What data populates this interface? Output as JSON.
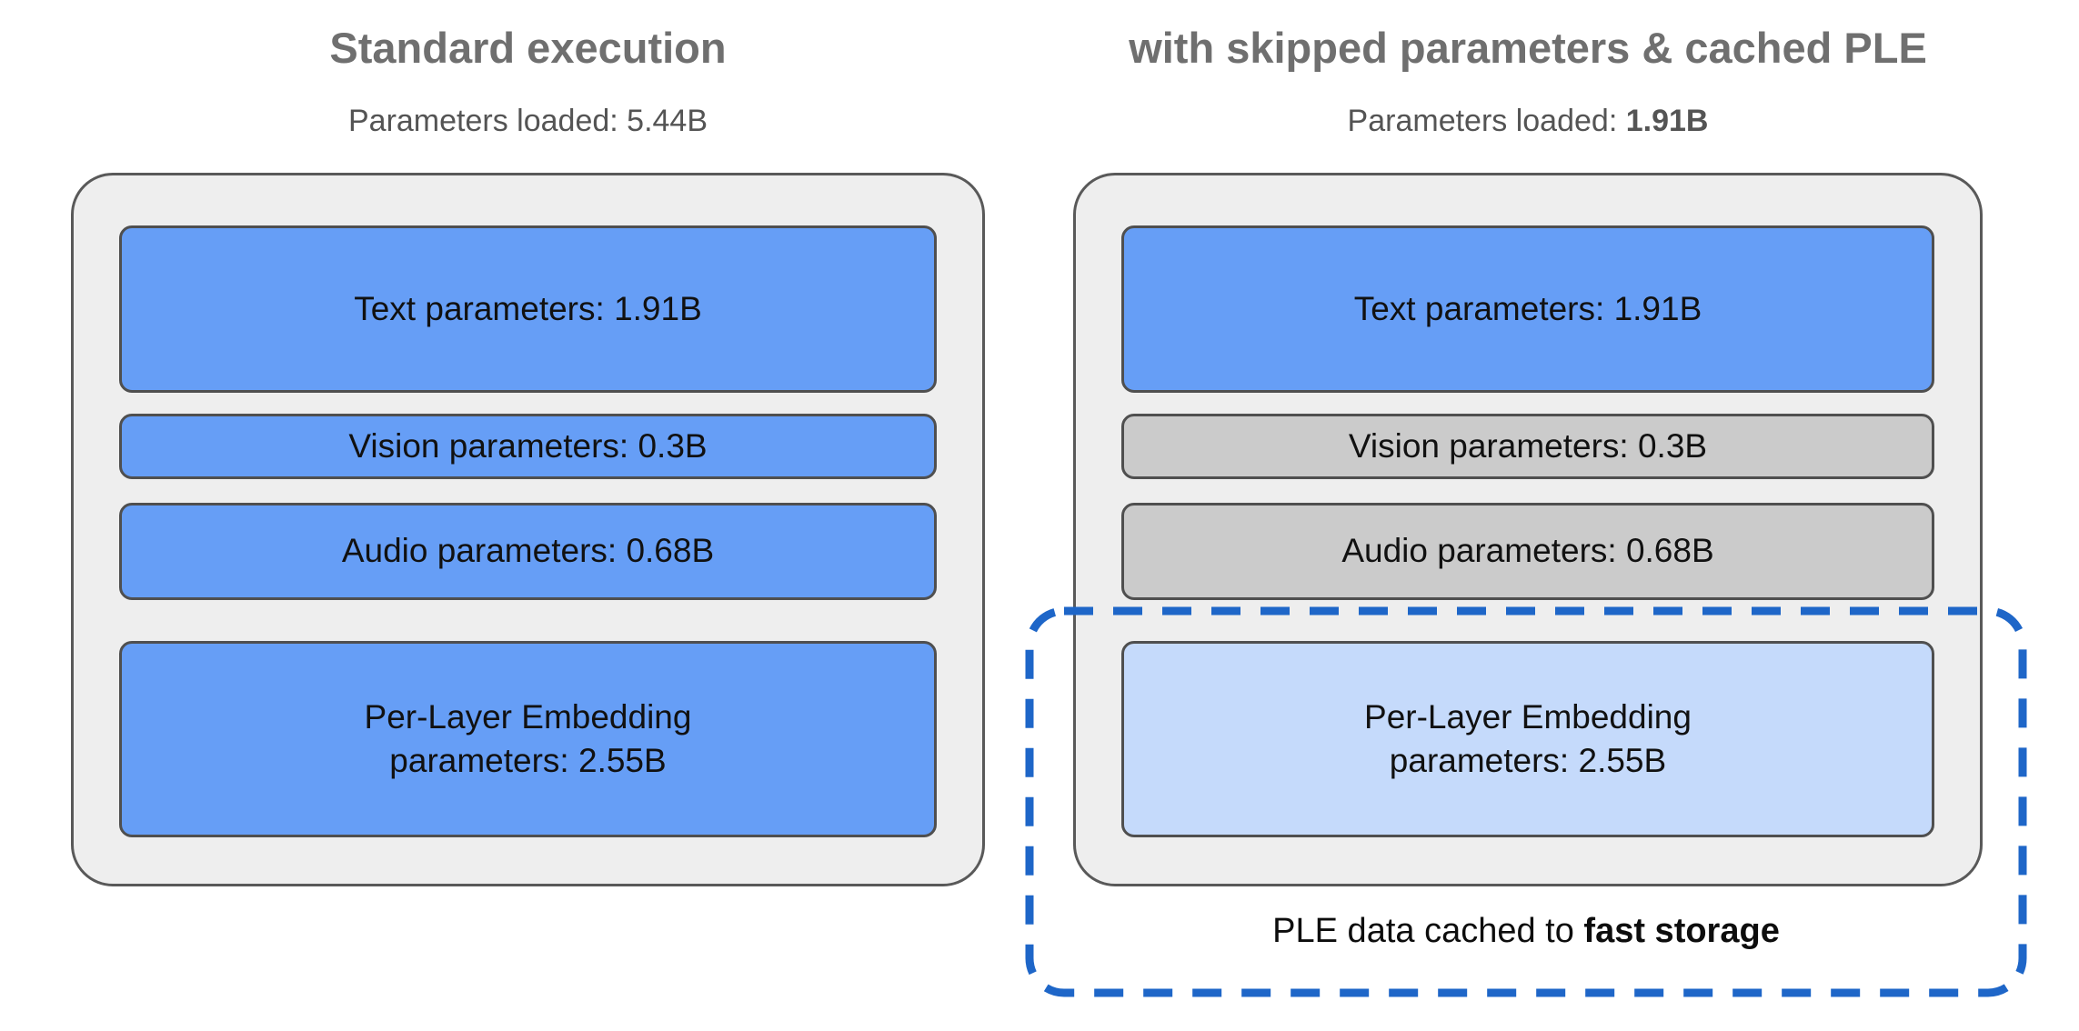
{
  "colors": {
    "blue_block": "#669ef6",
    "gray_skipped_block": "#cbcbcb",
    "light_blue_cached_block": "#c5dafb",
    "container_background": "#eeeeee",
    "container_border": "#595959",
    "block_border": "#4f4f4f",
    "title_gray": "#6f6f6f",
    "subtitle_gray": "#545454",
    "dashed_outline_blue": "#1e66c8",
    "block_text": "#111111"
  },
  "left_panel": {
    "title": "Standard execution",
    "subtitle_label": "Parameters loaded: ",
    "subtitle_value": "5.44B",
    "blocks": [
      {
        "label": "Text parameters: 1.91B"
      },
      {
        "label": "Vision parameters: 0.3B"
      },
      {
        "label": "Audio parameters: 0.68B"
      },
      {
        "lines": [
          "Per-Layer Embedding",
          "parameters: 2.55B"
        ]
      }
    ]
  },
  "right_panel": {
    "title": "with skipped parameters & cached PLE",
    "subtitle_label": "Parameters loaded: ",
    "subtitle_value": "1.91B",
    "blocks": [
      {
        "label": "Text parameters: 1.91B"
      },
      {
        "label": "Vision parameters: 0.3B"
      },
      {
        "label": "Audio parameters: 0.68B"
      },
      {
        "lines": [
          "Per-Layer Embedding",
          "parameters: 2.55B"
        ]
      }
    ],
    "cache_note_prefix": "PLE data cached to ",
    "cache_note_bold": "fast storage"
  }
}
